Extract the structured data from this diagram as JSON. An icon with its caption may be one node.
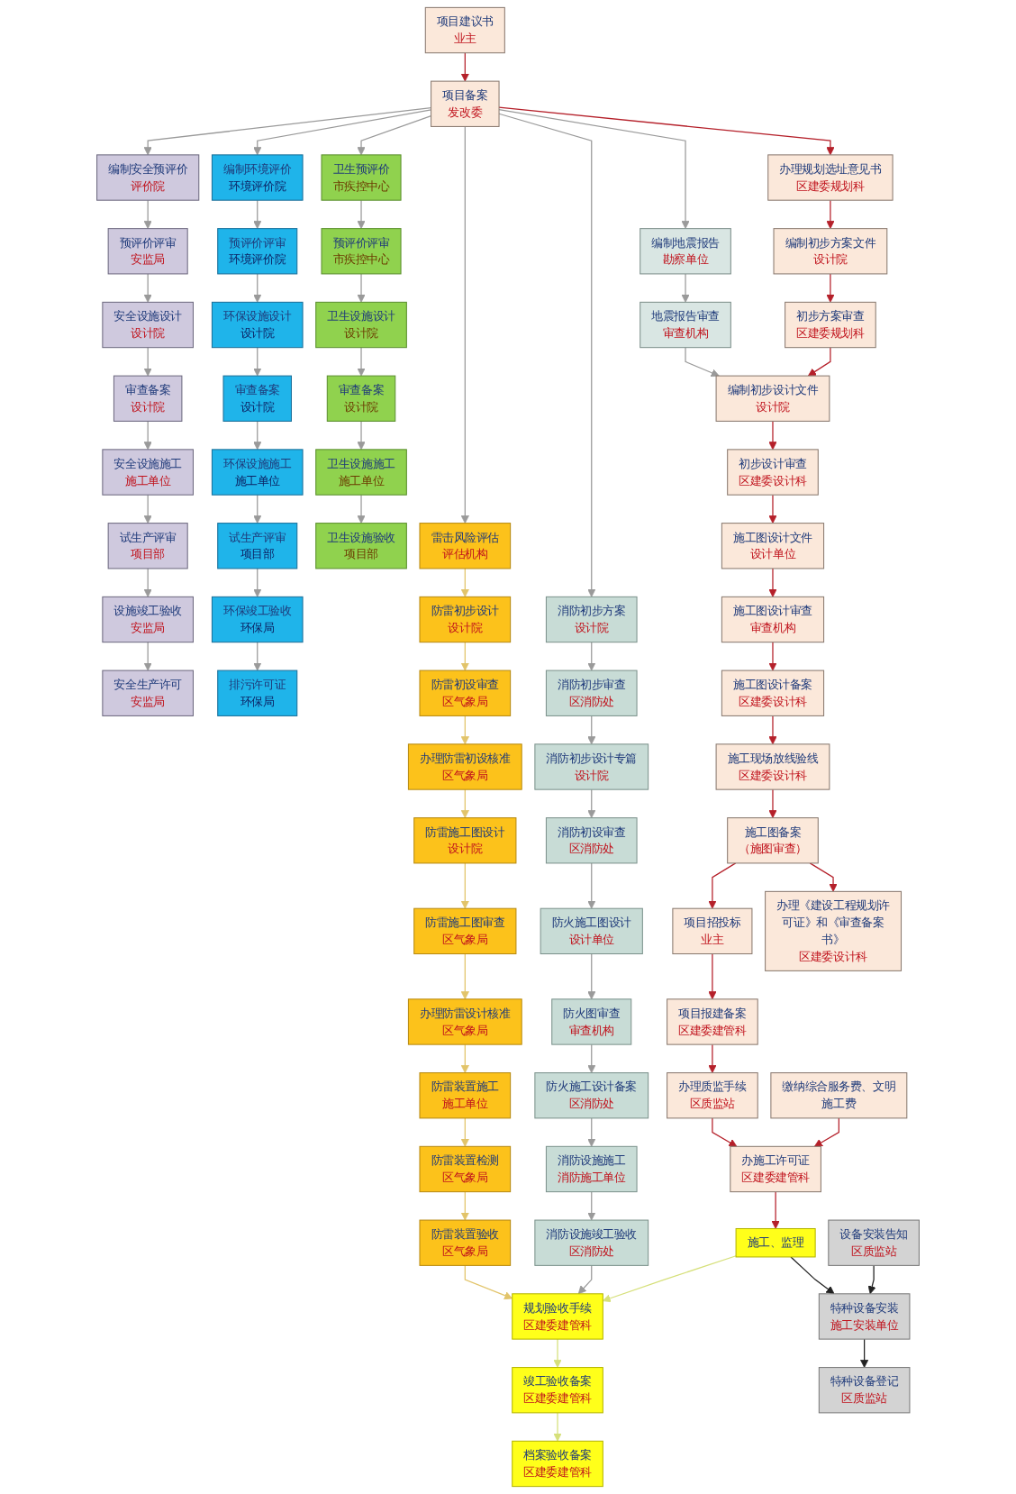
{
  "diagram": {
    "nodes": [
      {
        "text": [
          "项目建议书",
          "业主"
        ]
      },
      {
        "text": [
          "项目备案",
          "发改委"
        ]
      },
      {
        "text": [
          "办理规划选址意见书",
          "区建委规划科"
        ]
      },
      {
        "text": [
          "编制初步方案文件",
          "设计院"
        ]
      },
      {
        "text": [
          "编制安全预评价",
          "评价院"
        ]
      },
      {
        "text": [
          "预评价评审",
          "安监局"
        ]
      },
      {
        "text": [
          "安全设施设计",
          "设计院"
        ]
      },
      {
        "text": [
          "审查备案",
          "设计院"
        ]
      },
      {
        "text": [
          "安全设施施工",
          "施工单位"
        ]
      },
      {
        "text": [
          "试生产评审",
          "项目部"
        ]
      },
      {
        "text": [
          "设施竣工验收",
          "安监局"
        ]
      },
      {
        "text": [
          "安全生产许可",
          "安监局"
        ]
      },
      {
        "text": [
          "编制环境评价",
          "环境评价院"
        ]
      },
      {
        "text": [
          "预评价评审",
          "环境评价院"
        ]
      },
      {
        "text": [
          "环保设施设计",
          "设计院"
        ]
      },
      {
        "text": [
          "审查备案",
          "设计院"
        ]
      },
      {
        "text": [
          "环保设施施工",
          "施工单位"
        ]
      },
      {
        "text": [
          "试生产评审",
          "项目部"
        ]
      },
      {
        "text": [
          "环保竣工验收",
          "环保局"
        ]
      },
      {
        "text": [
          "排污许可证",
          "环保局"
        ]
      },
      {
        "text": [
          "卫生预评价",
          "市疾控中心"
        ]
      },
      {
        "text": [
          "预评价评审",
          "市疾控中心"
        ]
      },
      {
        "text": [
          "卫生设施设计",
          "设计院"
        ]
      },
      {
        "text": [
          "审查备案",
          "设计院"
        ]
      },
      {
        "text": [
          "卫生设施施工",
          "施工单位"
        ]
      },
      {
        "text": [
          "卫生设施验收",
          "项目部"
        ]
      },
      {
        "text": [
          "编制地震报告",
          "勘察单位"
        ]
      },
      {
        "text": [
          "地震报告审查",
          "审查机构"
        ]
      },
      {
        "text": [
          "初步方案审查",
          "区建委规划科"
        ]
      },
      {
        "text": [
          "编制初步设计文件",
          "设计院"
        ]
      },
      {
        "text": [
          "初步设计审查",
          "区建委设计科"
        ]
      },
      {
        "text": [
          "施工图设计文件",
          "设计单位"
        ]
      },
      {
        "text": [
          "施工图设计审查",
          "审查机构"
        ]
      },
      {
        "text": [
          "施工图设计备案",
          "区建委设计科"
        ]
      },
      {
        "text": [
          "施工现场放线验线",
          "区建委设计科"
        ]
      },
      {
        "text": [
          "施工图备案",
          "（施图审查）"
        ]
      },
      {
        "text": [
          "办理《建设工程规划许可证》和《审查备案书》",
          "区建委设计科"
        ]
      },
      {
        "text": [
          "项目招投标",
          "业主"
        ]
      },
      {
        "text": [
          "项目报建备案",
          "区建委建管科"
        ]
      },
      {
        "text": [
          "办理质监手续",
          "区质监站"
        ]
      },
      {
        "text": [
          "办施工许可证",
          "区建委建管科"
        ]
      },
      {
        "text": [
          "缴纳综合服务费、文明施工费"
        ]
      },
      {
        "text": [
          "雷击风险评估",
          "评估机构"
        ]
      },
      {
        "text": [
          "防雷初步设计",
          "设计院"
        ]
      },
      {
        "text": [
          "防雷初设审查",
          "区气象局"
        ]
      },
      {
        "text": [
          "办理防雷初设核准",
          "区气象局"
        ]
      },
      {
        "text": [
          "防雷施工图设计",
          "设计院"
        ]
      },
      {
        "text": [
          "防雷施工图审查",
          "区气象局"
        ]
      },
      {
        "text": [
          "办理防雷设计核准",
          "区气象局"
        ]
      },
      {
        "text": [
          "防雷装置施工",
          "施工单位"
        ]
      },
      {
        "text": [
          "防雷装置检测",
          "区气象局"
        ]
      },
      {
        "text": [
          "防雷装置验收",
          "区气象局"
        ]
      },
      {
        "text": [
          "消防初步方案",
          "设计院"
        ]
      },
      {
        "text": [
          "消防初步审查",
          "区消防处"
        ]
      },
      {
        "text": [
          "消防初步设计专篇",
          "设计院"
        ]
      },
      {
        "text": [
          "消防初设审查",
          "区消防处"
        ]
      },
      {
        "text": [
          "防火施工图设计",
          "设计单位"
        ]
      },
      {
        "text": [
          "防火图审查",
          "审查机构"
        ]
      },
      {
        "text": [
          "防火施工设计备案",
          "区消防处"
        ]
      },
      {
        "text": [
          "消防设施施工",
          "消防施工单位"
        ]
      },
      {
        "text": [
          "消防设施竣工验收",
          "区消防处"
        ]
      },
      {
        "text": [
          "施工、监理"
        ]
      },
      {
        "text": [
          "规划验收手续",
          "区建委建管科"
        ]
      },
      {
        "text": [
          "竣工验收备案",
          "区建委建管科"
        ]
      },
      {
        "text": [
          "档案验收备案",
          "区建委建管科"
        ]
      },
      {
        "text": [
          "设备安装告知",
          "区质监站"
        ]
      },
      {
        "text": [
          "特种设备安装",
          "施工安装单位"
        ]
      },
      {
        "text": [
          "特种设备登记",
          "区质监站"
        ]
      }
    ],
    "edges": [
      {
        "from": 0,
        "to": 1,
        "arrow": "to",
        "color": "#b5202a"
      },
      {
        "from": 1,
        "to": 2,
        "arrow": "to",
        "color": "#b5202a"
      },
      {
        "from": 2,
        "to": 3,
        "arrow": "to",
        "color": "#b5202a"
      },
      {
        "from": 3,
        "to": 28,
        "arrow": "to",
        "color": "#b5202a"
      },
      {
        "from": 1,
        "to": 4,
        "arrow": "to"
      },
      {
        "from": 1,
        "to": 12,
        "arrow": "to"
      },
      {
        "from": 1,
        "to": 20,
        "arrow": "to"
      },
      {
        "from": 1,
        "to": 26,
        "arrow": "to"
      },
      {
        "from": 1,
        "to": 42,
        "arrow": "to"
      },
      {
        "from": 1,
        "to": 52,
        "arrow": "to"
      },
      {
        "from": 4,
        "to": 5,
        "arrow": "to"
      },
      {
        "from": 5,
        "to": 6,
        "arrow": "to"
      },
      {
        "from": 6,
        "to": 7,
        "arrow": "to"
      },
      {
        "from": 7,
        "to": 8,
        "arrow": "to"
      },
      {
        "from": 8,
        "to": 9,
        "arrow": "to"
      },
      {
        "from": 9,
        "to": 10,
        "arrow": "to"
      },
      {
        "from": 10,
        "to": 11,
        "arrow": "to"
      },
      {
        "from": 12,
        "to": 13,
        "arrow": "to"
      },
      {
        "from": 13,
        "to": 14,
        "arrow": "to"
      },
      {
        "from": 14,
        "to": 15,
        "arrow": "to"
      },
      {
        "from": 15,
        "to": 16,
        "arrow": "to"
      },
      {
        "from": 16,
        "to": 17,
        "arrow": "to"
      },
      {
        "from": 17,
        "to": 18,
        "arrow": "to"
      },
      {
        "from": 18,
        "to": 19,
        "arrow": "to"
      },
      {
        "from": 20,
        "to": 21,
        "arrow": "to"
      },
      {
        "from": 21,
        "to": 22,
        "arrow": "to"
      },
      {
        "from": 22,
        "to": 23,
        "arrow": "to"
      },
      {
        "from": 23,
        "to": 24,
        "arrow": "to"
      },
      {
        "from": 24,
        "to": 25,
        "arrow": "to"
      },
      {
        "from": 26,
        "to": 27,
        "arrow": "to"
      },
      {
        "from": 27,
        "to": 29,
        "arrow": "to"
      },
      {
        "from": 28,
        "to": 29,
        "arrow": "to",
        "color": "#b5202a"
      },
      {
        "from": 29,
        "to": 30,
        "arrow": "to",
        "color": "#b5202a"
      },
      {
        "from": 30,
        "to": 31,
        "arrow": "to",
        "color": "#b5202a"
      },
      {
        "from": 31,
        "to": 32,
        "arrow": "to",
        "color": "#b5202a"
      },
      {
        "from": 32,
        "to": 33,
        "arrow": "to",
        "color": "#b5202a"
      },
      {
        "from": 33,
        "to": 34,
        "arrow": "to",
        "color": "#b5202a"
      },
      {
        "from": 34,
        "to": 35,
        "arrow": "to",
        "color": "#b5202a"
      },
      {
        "from": 35,
        "to": 37,
        "arrow": "to",
        "color": "#b5202a"
      },
      {
        "from": 35,
        "to": 36,
        "arrow": "to",
        "color": "#b5202a"
      },
      {
        "from": 37,
        "to": 38,
        "arrow": "to",
        "color": "#b5202a"
      },
      {
        "from": 38,
        "to": 39,
        "arrow": "to",
        "color": "#b5202a"
      },
      {
        "from": 39,
        "to": 40,
        "arrow": "to",
        "color": "#b5202a"
      },
      {
        "from": 41,
        "to": 40,
        "arrow": "to",
        "color": "#b5202a"
      },
      {
        "from": 40,
        "to": 61,
        "arrow": "to",
        "color": "#b5202a"
      },
      {
        "from": 42,
        "to": 43,
        "arrow": "to",
        "color": "#e2c46a"
      },
      {
        "from": 43,
        "to": 44,
        "arrow": "to",
        "color": "#e2c46a"
      },
      {
        "from": 44,
        "to": 45,
        "arrow": "to",
        "color": "#e2c46a"
      },
      {
        "from": 45,
        "to": 46,
        "arrow": "to",
        "color": "#e2c46a"
      },
      {
        "from": 46,
        "to": 47,
        "arrow": "to",
        "color": "#e2c46a"
      },
      {
        "from": 47,
        "to": 48,
        "arrow": "to",
        "color": "#e2c46a"
      },
      {
        "from": 48,
        "to": 49,
        "arrow": "to",
        "color": "#e2c46a"
      },
      {
        "from": 49,
        "to": 50,
        "arrow": "to",
        "color": "#e2c46a"
      },
      {
        "from": 50,
        "to": 51,
        "arrow": "to",
        "color": "#e2c46a"
      },
      {
        "from": 51,
        "to": 62,
        "arrow": "to",
        "color": "#e2c46a"
      },
      {
        "from": 52,
        "to": 53,
        "arrow": "to"
      },
      {
        "from": 53,
        "to": 54,
        "arrow": "to"
      },
      {
        "from": 54,
        "to": 55,
        "arrow": "to"
      },
      {
        "from": 55,
        "to": 56,
        "arrow": "to"
      },
      {
        "from": 56,
        "to": 57,
        "arrow": "to"
      },
      {
        "from": 57,
        "to": 58,
        "arrow": "to"
      },
      {
        "from": 58,
        "to": 59,
        "arrow": "to"
      },
      {
        "from": 59,
        "to": 60,
        "arrow": "to"
      },
      {
        "from": 60,
        "to": 62,
        "arrow": "to"
      },
      {
        "from": 61,
        "to": 62,
        "arrow": "to",
        "color": "#d6e07a"
      },
      {
        "from": 62,
        "to": 63,
        "arrow": "to",
        "color": "#d6e07a"
      },
      {
        "from": 63,
        "to": 64,
        "arrow": "to",
        "color": "#d6e07a"
      },
      {
        "from": 61,
        "to": 66,
        "arrow": "to",
        "color": "#222222"
      },
      {
        "from": 65,
        "to": 66,
        "arrow": "to",
        "color": "#222222"
      },
      {
        "from": 66,
        "to": 67,
        "arrow": "to",
        "color": "#222222"
      }
    ]
  }
}
